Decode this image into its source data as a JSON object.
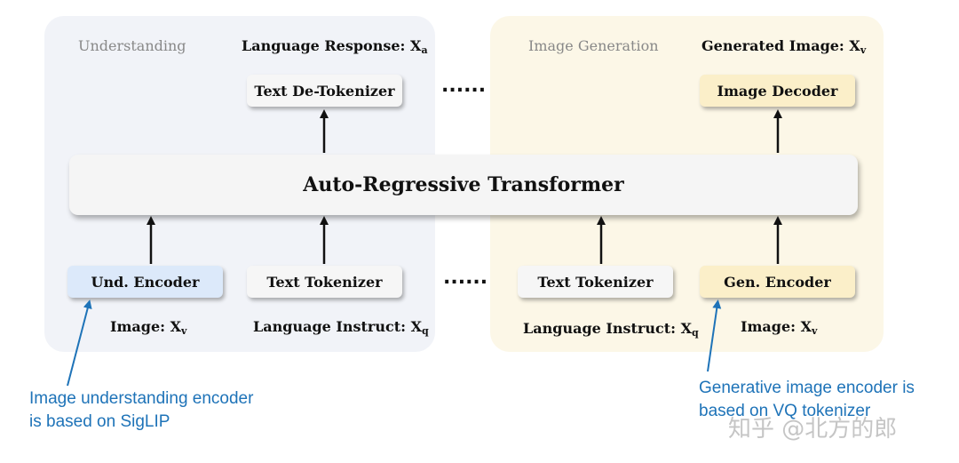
{
  "panels": {
    "understanding": {
      "title": "Understanding",
      "output_label": "Language Response: X",
      "output_sub": "a",
      "detokenizer": "Text De-Tokenizer",
      "encoder": "Und. Encoder",
      "tokenizer": "Text Tokenizer",
      "image_input": "Image: X",
      "image_sub": "v",
      "lang_input": "Language Instruct: X",
      "lang_sub": "q"
    },
    "generation": {
      "title": "Image Generation",
      "output_label": "Generated Image: X",
      "output_sub": "v",
      "decoder": "Image Decoder",
      "encoder": "Gen. Encoder",
      "tokenizer": "Text Tokenizer",
      "image_input": "Image: X",
      "image_sub": "v",
      "lang_input": "Language Instruct: X",
      "lang_sub": "q"
    }
  },
  "transformer": "Auto-Regressive Transformer",
  "ellipsis": "......",
  "annotations": {
    "left": [
      "Image understanding encoder",
      "is based on SigLIP"
    ],
    "right": [
      "Generative image encoder is",
      "based on VQ tokenizer"
    ]
  },
  "watermark": "知乎 @北方的郎",
  "colors": {
    "understanding_panel": "#f1f3f8",
    "generation_panel": "#fcf7e7",
    "und_encoder": "#dce9fa",
    "gen_box": "#fbefc9",
    "annotation": "#1e73b8"
  }
}
